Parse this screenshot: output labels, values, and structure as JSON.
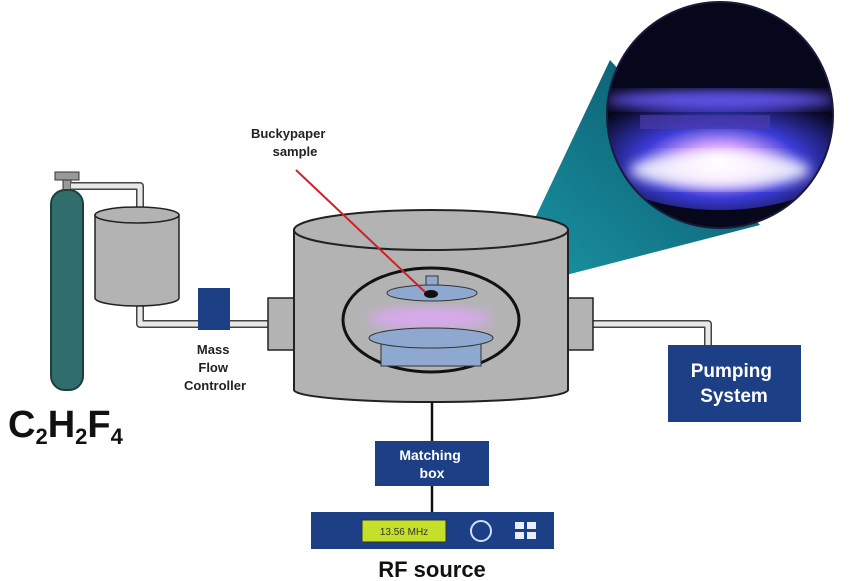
{
  "labels": {
    "sample_line1": "Buckypaper",
    "sample_line2": "sample",
    "mfc_line1": "Mass",
    "mfc_line2": "Flow",
    "mfc_line3": "Controller",
    "gas_c": "C",
    "gas_sub1": "2",
    "gas_h": "H",
    "gas_sub2": "2",
    "gas_f": "F",
    "gas_sub3": "4",
    "pumping_line1": "Pumping",
    "pumping_line2": "System",
    "matching_line1": "Matching",
    "matching_line2": "box",
    "frequency": "13.56 MHz",
    "rf_source": "RF source"
  },
  "colors": {
    "box_blue": "#1c3f86",
    "tank_teal": "#2f6e6c",
    "chamber_gray": "#b3b3b3",
    "display_green": "#c4e02a",
    "pointer_red": "#d0202a",
    "cone_teal": "#137a8c"
  }
}
